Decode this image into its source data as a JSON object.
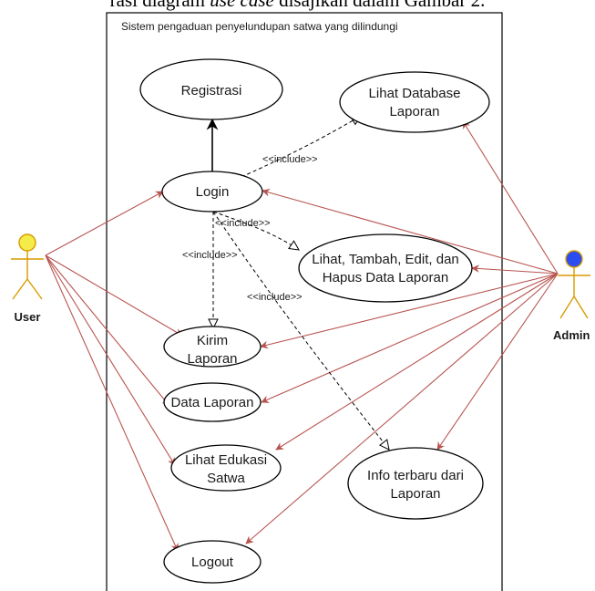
{
  "caption": {
    "prefix": "rasi diagram ",
    "italic": "use case",
    "suffix": " disajikan dalam Gambar 2."
  },
  "system": {
    "title": "Sistem pengaduan penyelundupan satwa yang dilindungi"
  },
  "actors": {
    "user": {
      "label": "User",
      "head_color": "#f4ec48"
    },
    "admin": {
      "label": "Admin",
      "head_color": "#2a4cf0"
    }
  },
  "use_cases": {
    "registrasi": {
      "line1": "Registrasi"
    },
    "lihat_database": {
      "line1": "Lihat Database",
      "line2": "Laporan"
    },
    "login": {
      "line1": "Login"
    },
    "lihat_tambah": {
      "line1": "Lihat, Tambah, Edit, dan",
      "line2": "Hapus Data Laporan"
    },
    "kirim": {
      "line1": "Kirim",
      "line2": "Laporan"
    },
    "data_laporan": {
      "line1": "Data Laporan"
    },
    "lihat_edukasi": {
      "line1": "Lihat Edukasi",
      "line2": "Satwa"
    },
    "info_terbaru": {
      "line1": "Info terbaru dari",
      "line2": "Laporan"
    },
    "logout": {
      "line1": "Logout"
    }
  },
  "relations": {
    "include_label": "<<include>>"
  },
  "colors": {
    "association": "#b85450",
    "actor_body": "#d79b00",
    "dependency": "#000000"
  }
}
